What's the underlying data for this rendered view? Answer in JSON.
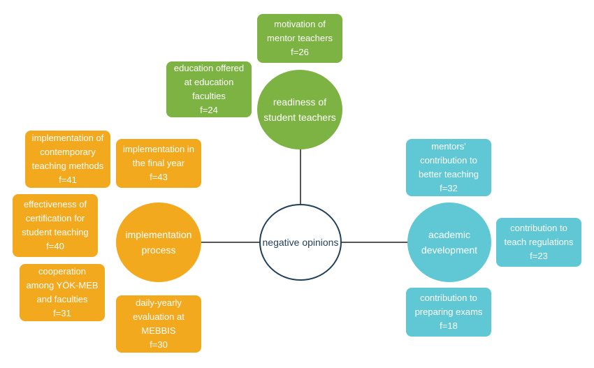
{
  "colors": {
    "green": "#7cb342",
    "orange": "#f2a91e",
    "teal": "#5fc8d4",
    "center_border": "#1f3f5a",
    "connector": "#555555"
  },
  "center": {
    "label": "negative opinions"
  },
  "readiness": {
    "label": "readiness of\nstudent teachers",
    "boxes": [
      {
        "text": "motivation of\nmentor teachers",
        "freq": "f=26"
      },
      {
        "text": "education offered\nat education\nfaculties",
        "freq": "f=24"
      }
    ]
  },
  "implementation": {
    "label": "implementation\nprocess",
    "boxes": [
      {
        "text": "implementation of\ncontemporary\nteaching methods",
        "freq": "f=41"
      },
      {
        "text": "implementation in\nthe final year",
        "freq": "f=43"
      },
      {
        "text": "effectiveness of\ncertification for\nstudent teaching",
        "freq": "f=40"
      },
      {
        "text": "cooperation\namong YÖK-MEB\nand faculties",
        "freq": "f=31"
      },
      {
        "text": "daily-yearly\nevaluation at\nMEBBIS",
        "freq": "f=30"
      }
    ]
  },
  "academic": {
    "label": "academic\ndevelopment",
    "boxes": [
      {
        "text": "mentors'\ncontribution to\nbetter teaching",
        "freq": "f=32"
      },
      {
        "text": "contribution to\nteach regulations",
        "freq": "f=23"
      },
      {
        "text": "contribution to\npreparing exams",
        "freq": "f=18"
      }
    ]
  }
}
